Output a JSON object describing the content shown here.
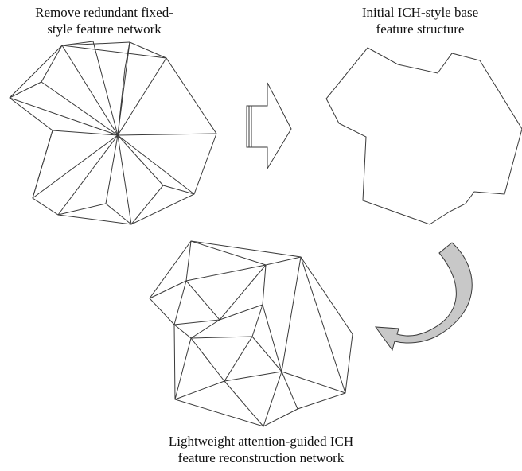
{
  "captions": {
    "top_left": [
      "Remove redundant fixed-",
      "style feature network"
    ],
    "top_right": [
      "Initial ICH-style base",
      "feature structure"
    ],
    "bottom": [
      "Lightweight attention-guided ICH",
      "feature reconstruction network"
    ]
  },
  "colors": {
    "line": "#3a3a3a",
    "curved_arrow_fill": "#c8c8c8"
  },
  "icons": [
    "block-arrow-right-icon",
    "curved-arrow-icon"
  ]
}
